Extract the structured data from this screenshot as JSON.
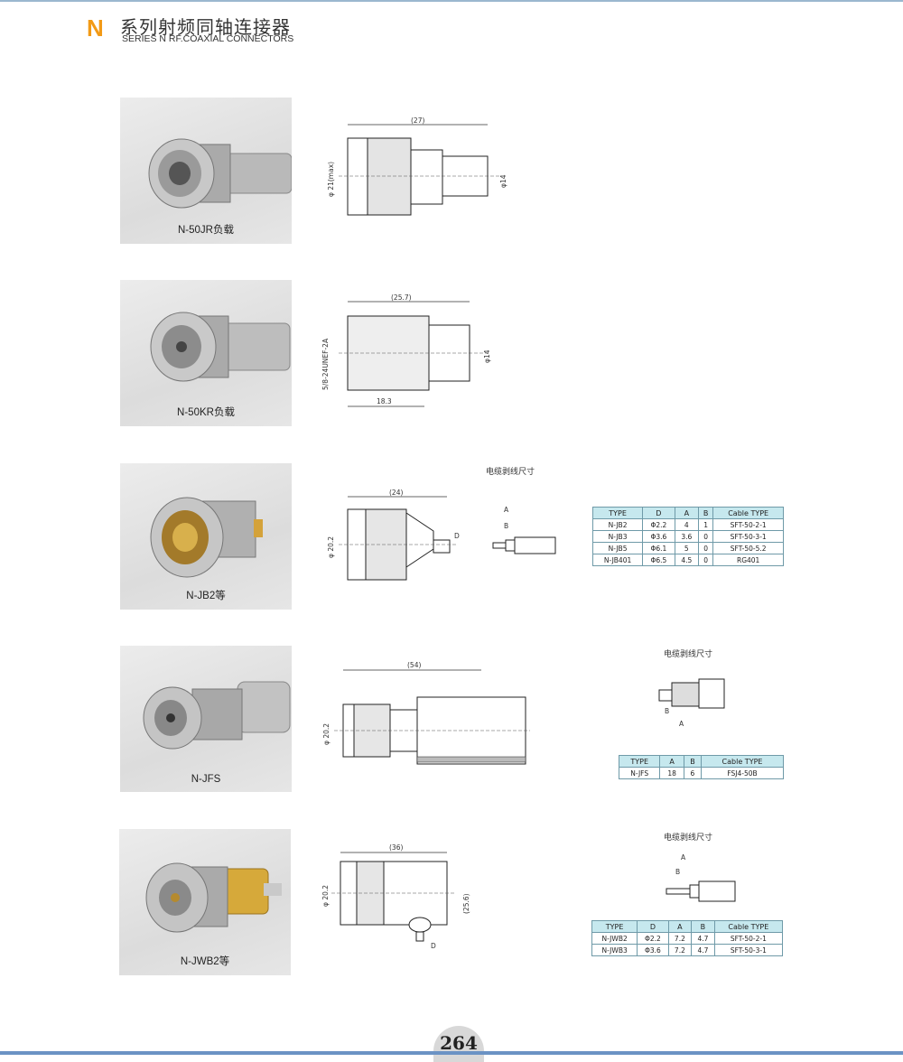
{
  "header": {
    "series_letter": "N",
    "title_cn": "系列射频同轴连接器",
    "title_en": "SERIES N RF.COAXIAL CONNECTORS"
  },
  "page_number": "264",
  "products": [
    {
      "caption": "N-50JR负载",
      "dims": {
        "length": "(27)",
        "dia_left": "φ 21(max)",
        "dia_right": "φ14"
      }
    },
    {
      "caption": "N-50KR负载",
      "dims": {
        "length": "(25.7)",
        "thread": "5/8-24UNEF-2A",
        "dia_right": "φ14",
        "bottom": "18.3"
      }
    },
    {
      "caption": "N-JB2等",
      "dims": {
        "length": "(24)",
        "dia_left": "φ 20.2",
        "d": "D"
      },
      "strip": {
        "title": "电缆剥线尺寸",
        "a": "A",
        "b": "B"
      },
      "table": {
        "headers": [
          "TYPE",
          "D",
          "A",
          "B",
          "Cable TYPE"
        ],
        "rows": [
          [
            "N-JB2",
            "Φ2.2",
            "4",
            "1",
            "SFT-50-2-1"
          ],
          [
            "N-JB3",
            "Φ3.6",
            "3.6",
            "0",
            "SFT-50-3-1"
          ],
          [
            "N-JB5",
            "Φ6.1",
            "5",
            "0",
            "SFT-50-5.2"
          ],
          [
            "N-JB401",
            "Φ6.5",
            "4.5",
            "0",
            "RG401"
          ]
        ]
      }
    },
    {
      "caption": "N-JFS",
      "dims": {
        "length": "(54)",
        "dia_left": "φ 20.2"
      },
      "strip": {
        "title": "电缆剥线尺寸",
        "a": "A",
        "b": "B"
      },
      "table": {
        "headers": [
          "TYPE",
          "A",
          "B",
          "Cable TYPE"
        ],
        "rows": [
          [
            "N-JFS",
            "18",
            "6",
            "FSJ4-50B"
          ]
        ]
      }
    },
    {
      "caption": "N-JWB2等",
      "dims": {
        "length": "(36)",
        "dia_left": "φ 20.2",
        "height": "(25.6)",
        "d": "D"
      },
      "strip": {
        "title": "电缆剥线尺寸",
        "a": "A",
        "b": "B"
      },
      "table": {
        "headers": [
          "TYPE",
          "D",
          "A",
          "B",
          "Cable TYPE"
        ],
        "rows": [
          [
            "N-JWB2",
            "Φ2.2",
            "7.2",
            "4.7",
            "SFT-50-2-1"
          ],
          [
            "N-JWB3",
            "Φ3.6",
            "7.2",
            "4.7",
            "SFT-50-3-1"
          ]
        ]
      }
    }
  ]
}
